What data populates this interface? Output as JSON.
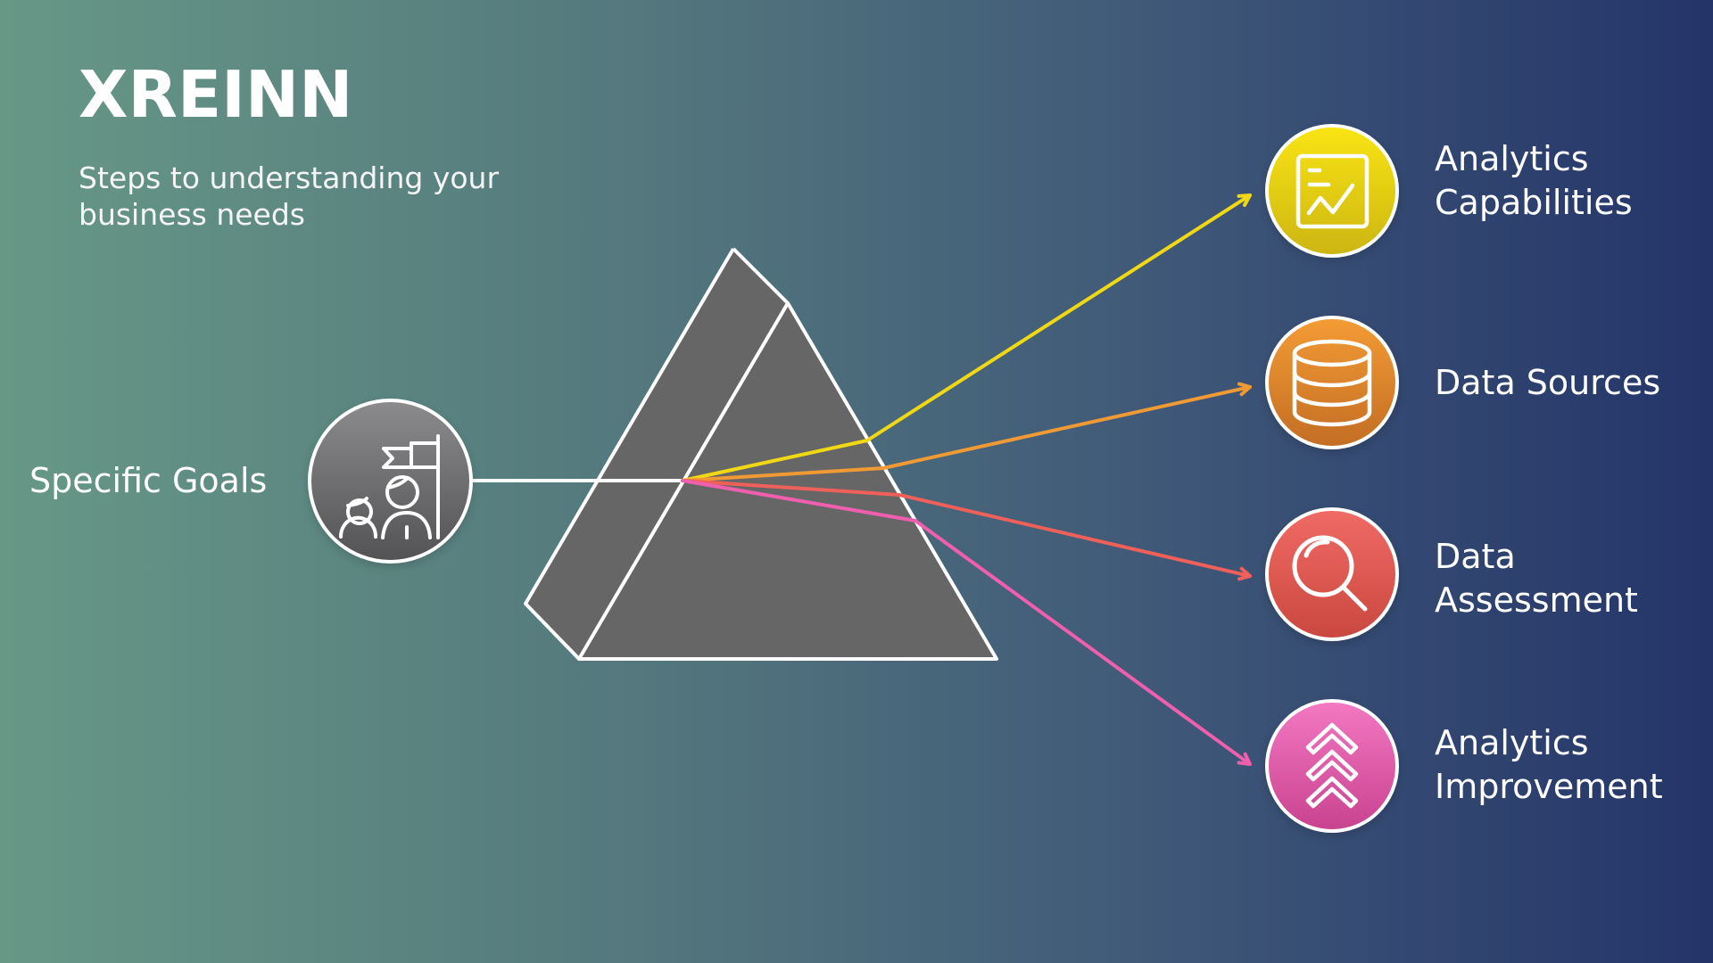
{
  "header": {
    "title": "XREINN",
    "subtitle": "Steps to understanding your\nbusiness needs"
  },
  "diagram": {
    "input": {
      "label": "Specific Goals",
      "icon": "team-goal-flag-icon"
    },
    "outputs": [
      {
        "id": "analytics-capabilities",
        "label": "Analytics\nCapabilities",
        "icon": "analytics-chart-icon",
        "color": "#f1d814"
      },
      {
        "id": "data-sources",
        "label": "Data Sources",
        "icon": "database-icon",
        "color": "#f09a35"
      },
      {
        "id": "data-assessment",
        "label": "Data\nAssessment",
        "icon": "magnifying-glass-icon",
        "color": "#f0605a"
      },
      {
        "id": "analytics-improvement",
        "label": "Analytics\nImprovement",
        "icon": "chevrons-up-icon",
        "color": "#ef5fae"
      }
    ]
  },
  "colors": {
    "background_left": "#679886",
    "background_right": "#243469",
    "prism": "#666666",
    "outline": "#ffffff"
  }
}
